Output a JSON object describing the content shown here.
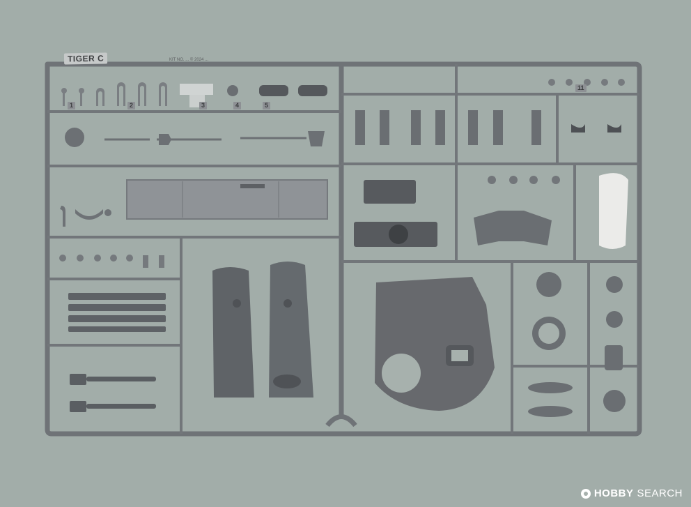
{
  "kit": {
    "stamp": "TIGER C",
    "copyright": "KIT NO. ... © 2024 ..."
  },
  "part_numbers": [
    "1",
    "2",
    "3",
    "4",
    "5",
    "11"
  ],
  "watermark": {
    "brand": "HOBBY",
    "suffix": "SEARCH"
  },
  "colors": {
    "background": "#a7b1ad",
    "plastic": "#74787c",
    "plastic_light": "#8a8e92",
    "clear_part": "#e8e8e6"
  }
}
